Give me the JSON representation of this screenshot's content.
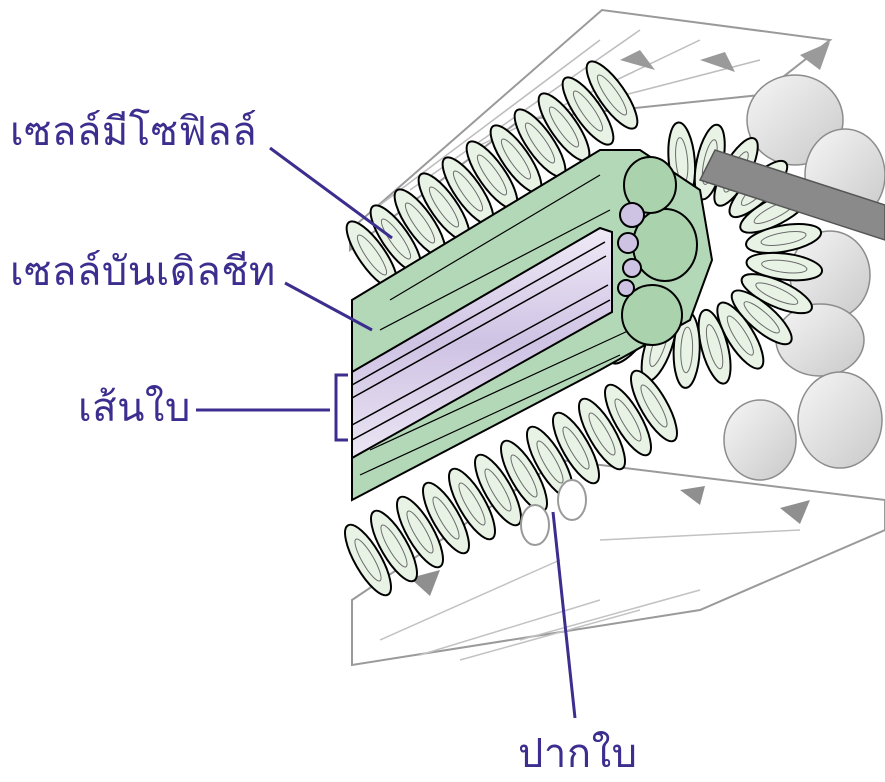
{
  "labels": {
    "mesophyll": "เซลล์มีโซฟิลล์",
    "bundle_sheath": "เซลล์บันเดิลชีท",
    "vein": "เส้นใบ",
    "stoma": "ปากใบ"
  },
  "colors": {
    "label_text": "#3c2e8e",
    "leader_line": "#3c2e8e",
    "mesophyll_fill": "#e8f3e6",
    "bundle_sheath_fill": "#b3d8b7",
    "vein_fill": "#d6cde8",
    "epidermis_fill": "#ffffff",
    "spongy_cell_fill": "#e5e5e5",
    "outline": "#000000"
  }
}
